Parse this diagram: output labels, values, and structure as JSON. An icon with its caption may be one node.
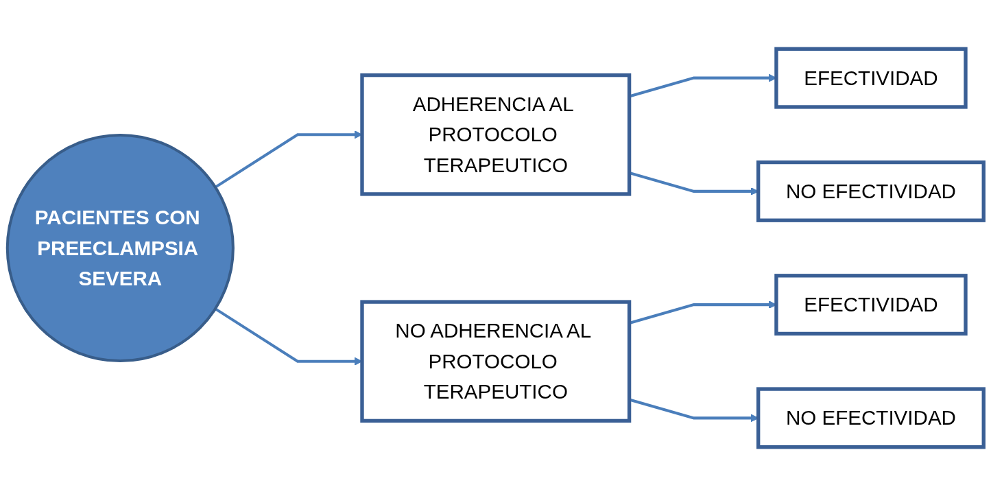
{
  "diagram": {
    "nodes": [
      {
        "text": [
          "PACIENTES CON PREECLAMPSIA SEVERA"
        ]
      },
      {
        "text": [
          "ADHERENCIA AL PROTOCOLO TERAPEUTICO"
        ]
      },
      {
        "text": [
          "EFECTIVIDAD"
        ]
      },
      {
        "text": [
          "NO EFECTIVIDAD"
        ]
      },
      {
        "text": [
          "NO ADHERENCIA AL PROTOCOLO TERAPEUTICO"
        ]
      },
      {
        "text": [
          "EFECTIVIDAD"
        ]
      },
      {
        "text": [
          "NO EFECTIVIDAD"
        ]
      }
    ],
    "edges": [
      {
        "from": 0,
        "to": 1,
        "arrow": "to"
      },
      {
        "from": 0,
        "to": 4,
        "arrow": "to"
      },
      {
        "from": 1,
        "to": 2,
        "arrow": "to"
      },
      {
        "from": 1,
        "to": 3,
        "arrow": "to"
      },
      {
        "from": 4,
        "to": 5,
        "arrow": "to"
      },
      {
        "from": 4,
        "to": 6,
        "arrow": "to"
      }
    ]
  }
}
